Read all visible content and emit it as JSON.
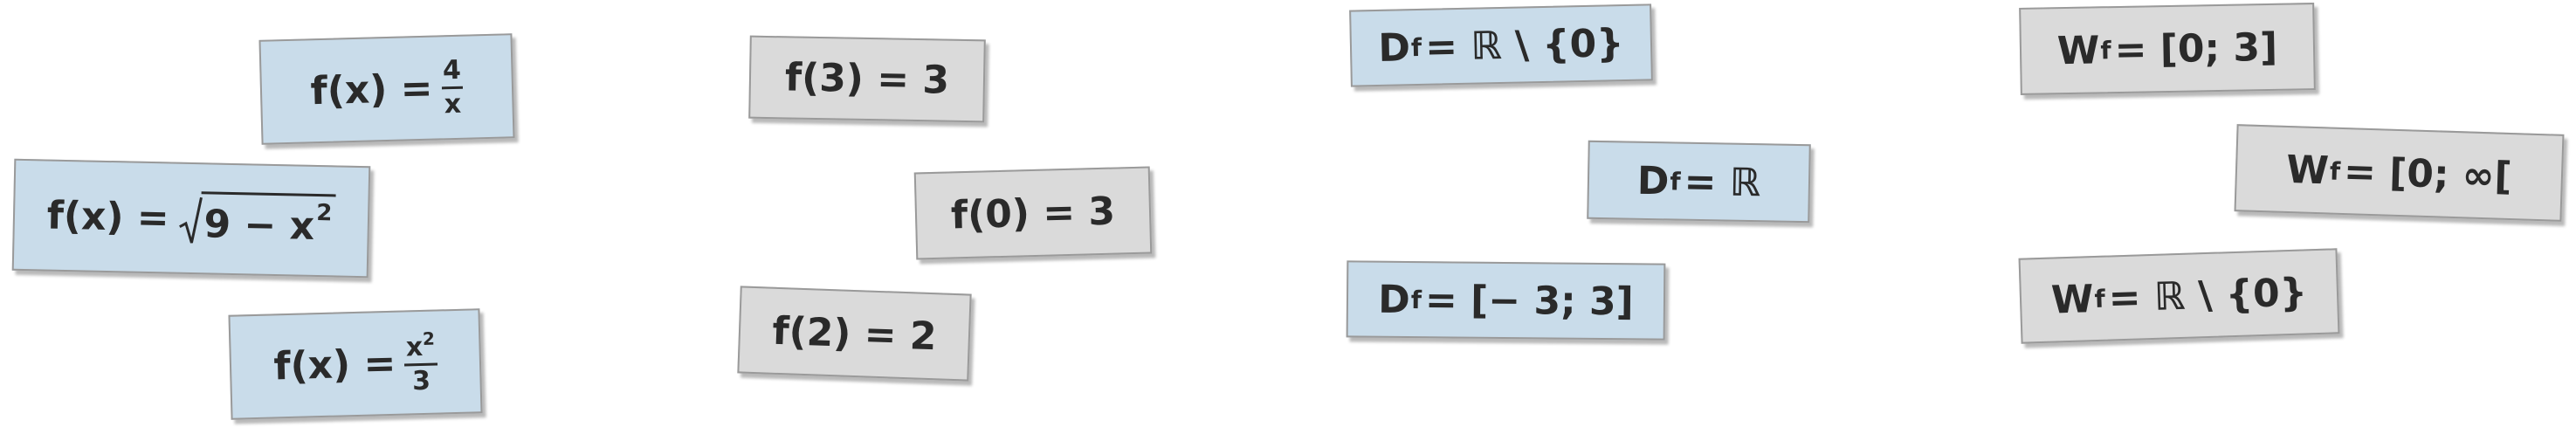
{
  "cards": {
    "f1": {
      "lhs": "f(x) =",
      "num": "4",
      "den": "x"
    },
    "f2": {
      "lhs": "f(x) =",
      "radicand": "9 − x",
      "exp": "2"
    },
    "f3": {
      "lhs": "f(x) =",
      "num_base": "x",
      "num_exp": "2",
      "den": "3"
    },
    "v1": {
      "text": "f(3) = 3"
    },
    "v2": {
      "text": "f(0) = 3"
    },
    "v3": {
      "text": "f(2) = 2"
    },
    "d1": {
      "letter": "D",
      "sub": "f",
      "rest": "= ℝ \\ {0}"
    },
    "d2": {
      "letter": "D",
      "sub": "f",
      "rest": "= ℝ"
    },
    "d3": {
      "letter": "D",
      "sub": "f",
      "rest": "= [− 3; 3]"
    },
    "w1": {
      "letter": "W",
      "sub": "f",
      "rest": "= [0; 3]"
    },
    "w2": {
      "letter": "W",
      "sub": "f",
      "rest": "= [0; ∞["
    },
    "w3": {
      "letter": "W",
      "sub": "f",
      "rest": "= ℝ \\ {0}"
    }
  },
  "colors": {
    "blue_card": "#c9dcea",
    "grey_card": "#dadada",
    "border": "#9a9a9a",
    "text": "#2a2a2a"
  }
}
